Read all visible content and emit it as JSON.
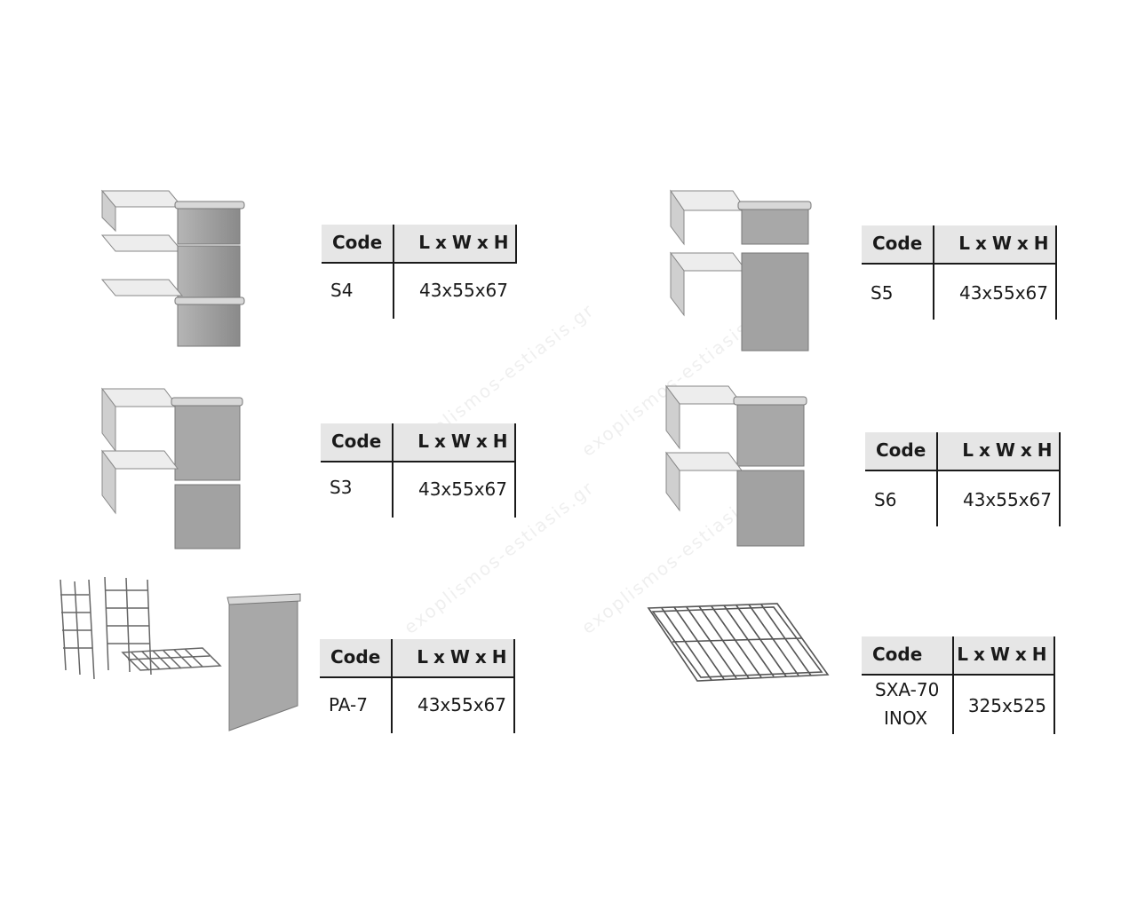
{
  "table_header": {
    "code": "Code",
    "dimensions": "L x W x H"
  },
  "products": [
    {
      "id": "s4",
      "code": "S4",
      "dimensions": "43x55x67",
      "illustration": "three-drawer-unit-icon"
    },
    {
      "id": "s5",
      "code": "S5",
      "dimensions": "43x55x67",
      "illustration": "two-drawer-unit-icon"
    },
    {
      "id": "s3",
      "code": "S3",
      "dimensions": "43x55x67",
      "illustration": "two-drawer-unit-icon"
    },
    {
      "id": "s6",
      "code": "S6",
      "dimensions": "43x55x67",
      "illustration": "two-drawer-unit-icon"
    },
    {
      "id": "pa7",
      "code": "PA-7",
      "dimensions": "43x55x67",
      "illustration": "rack-guides-and-door-icon"
    },
    {
      "id": "sxa70",
      "code": "SXA-70\nINOX",
      "code_lines": [
        "SXA-70",
        "INOX"
      ],
      "dimensions": "325x525",
      "illustration": "wire-grid-shelf-icon"
    }
  ],
  "watermark": "exoplismos-estiasis.gr",
  "colors": {
    "header_bg": "#e6e6e6",
    "rule": "#1a1a1a",
    "steel_light": "#c9c9c9",
    "steel_dark": "#8e8e8e"
  }
}
